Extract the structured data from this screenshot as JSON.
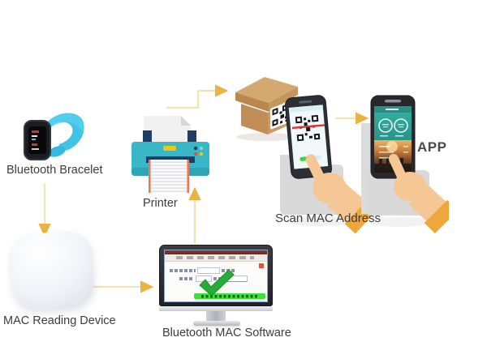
{
  "diagram": {
    "type": "workflow-illustration",
    "nodes": [
      {
        "id": "bracelet",
        "label": "Bluetooth Bracelet"
      },
      {
        "id": "reader",
        "label": "MAC Reading Device"
      },
      {
        "id": "software",
        "label": "Bluetooth MAC Software"
      },
      {
        "id": "printer",
        "label": "Printer"
      },
      {
        "id": "box",
        "label": ""
      },
      {
        "id": "scan",
        "label": "Scan MAC Address"
      },
      {
        "id": "app",
        "label": "APP"
      }
    ],
    "edges": [
      {
        "from": "bracelet",
        "to": "reader",
        "direction": "down"
      },
      {
        "from": "reader",
        "to": "software",
        "direction": "right"
      },
      {
        "from": "software",
        "to": "printer",
        "direction": "up"
      },
      {
        "from": "printer",
        "to": "box",
        "direction": "up-right"
      },
      {
        "from": "scan",
        "to": "app",
        "direction": "right"
      }
    ]
  },
  "labels": {
    "bracelet": "Bluetooth Bracelet",
    "reader": "MAC Reading Device",
    "printer": "Printer",
    "software": "Bluetooth MAC Software",
    "scan": "Scan MAC Address",
    "app": "APP"
  },
  "colors": {
    "arrow_line": "#f3e2b4",
    "arrow_head": "#eab440",
    "watch_cyan": "#3fc3e6",
    "printer_teal": "#3ab7c6",
    "printer_navy": "#1d3f66",
    "printer_button_yellow": "#f2c418",
    "paper_edge_orange": "#f07850",
    "box_tan": "#cb9a63",
    "check_green": "#27ab39",
    "status_green": "#3fdf3f",
    "scan_line_red": "#e73028",
    "progress_green": "#3ecb45",
    "hand_skin": "#f4c795",
    "cuff_yellow": "#efa63d",
    "app_teal": "#33b3a4",
    "label_text": "#3d3d3d"
  }
}
